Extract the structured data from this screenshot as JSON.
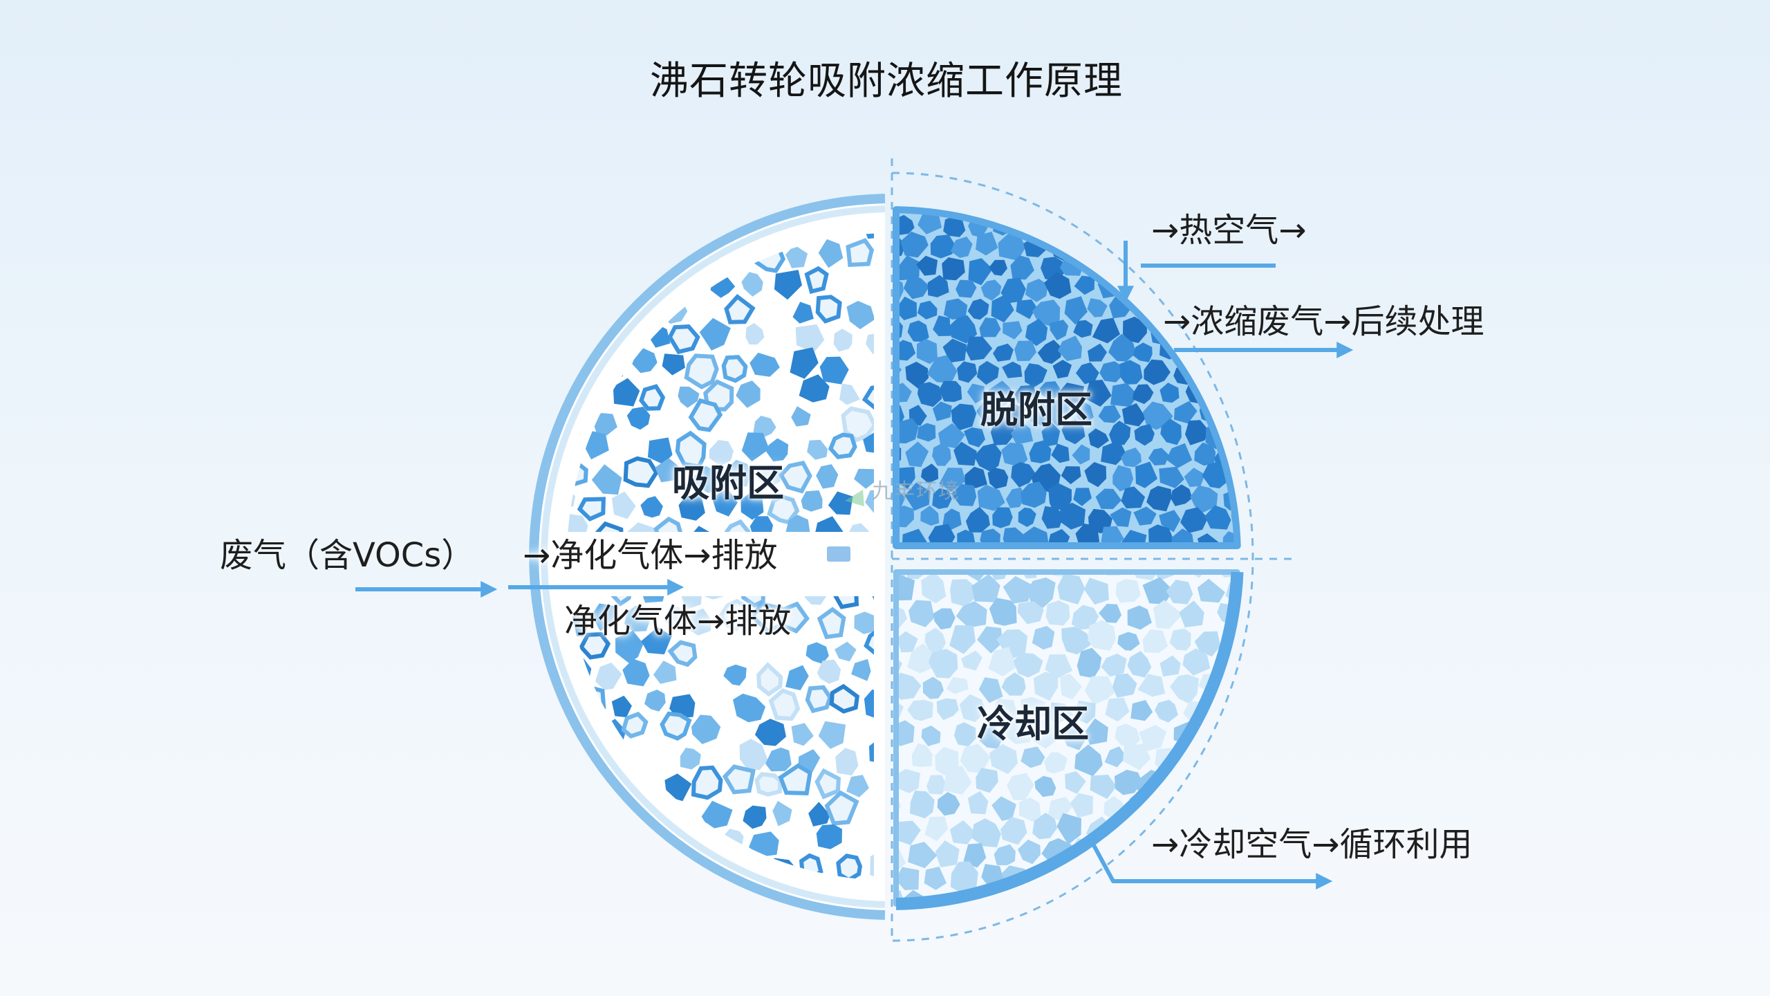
{
  "title": "沸石转轮吸附浓缩工作原理",
  "zones": {
    "adsorption": "吸附区",
    "desorption": "脱附区",
    "cooling": "冷却区"
  },
  "flows": {
    "waste_gas_in": "废气（含VOCs）",
    "clean_gas_out_upper": "→净化气体→排放",
    "clean_gas_out_lower": "净化气体→排放",
    "hot_air_in": "→热空气→",
    "concentrated_gas_out": "→浓缩废气→后续处理",
    "cooling_air": "→冷却空气→循环利用"
  },
  "watermark": "九丰环境",
  "colors": {
    "page_background_top": "#e3eff9",
    "page_background_bottom": "#f6f9fc",
    "arrow": "#56a8e6",
    "ring": "#8ac2ec",
    "dashed_line": "#7db8e6",
    "zone_border": "#5aa8e5",
    "adsorption_media": "#3b92dc",
    "desorption_media": "#2b82d0",
    "desorption_mesh": "#a6d4f3",
    "cooling_media": "#b7dbf5",
    "text": "#1e1e1e"
  }
}
